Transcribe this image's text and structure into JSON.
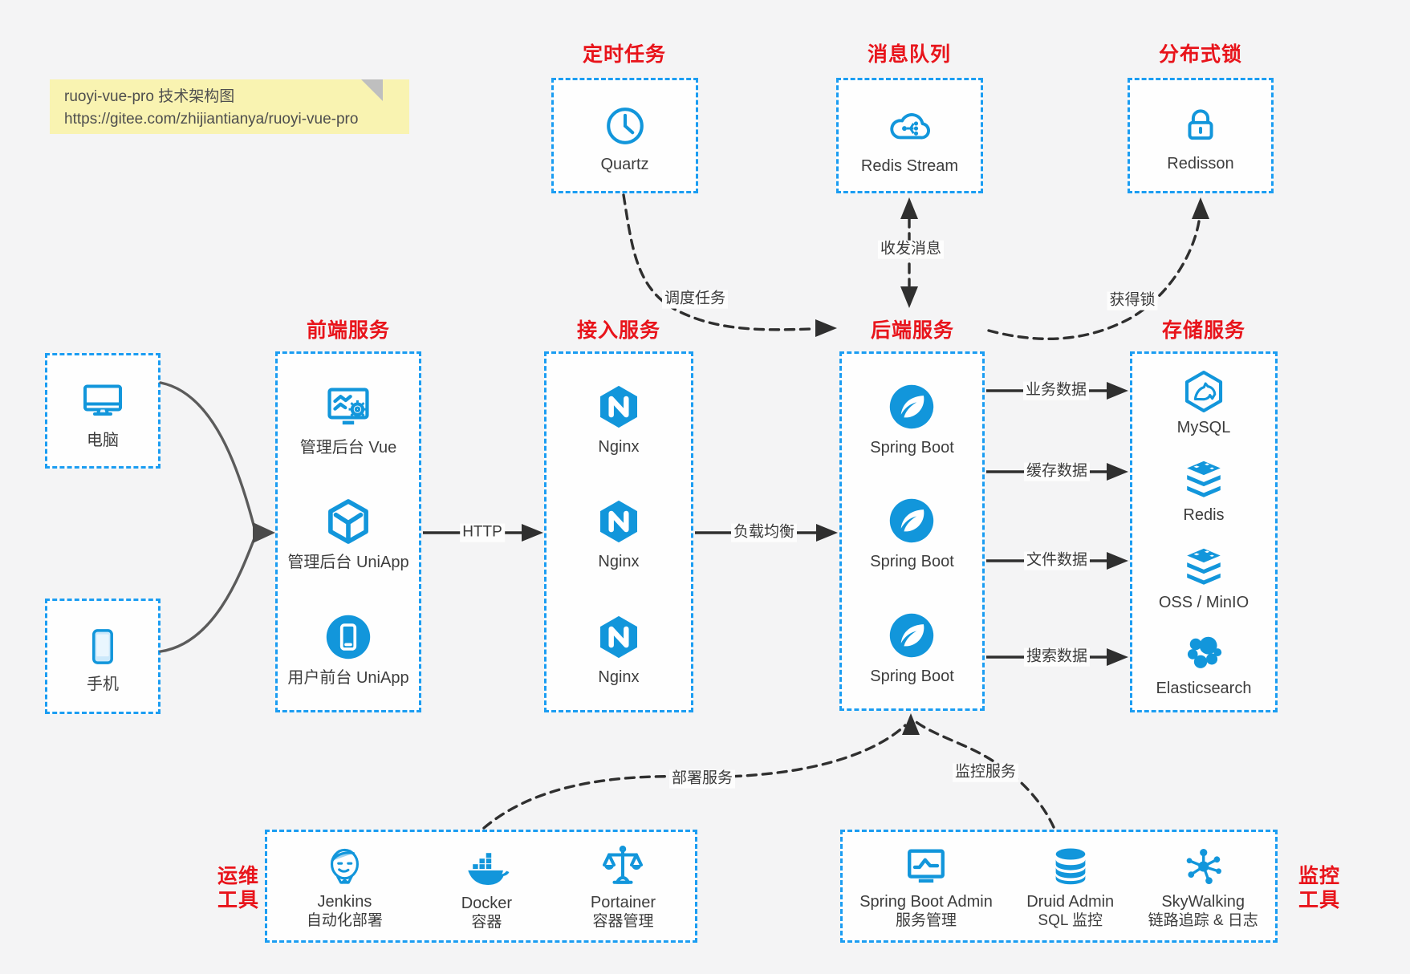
{
  "note": {
    "title": "ruoyi-vue-pro 技术架构图",
    "url": "https://gitee.com/zhijiantianya/ruoyi-vue-pro"
  },
  "colors": {
    "icon_blue": "#1296db",
    "border_blue": "#1b9df2",
    "title_red": "#e8141b",
    "arrow_black": "#2f2f2f",
    "client_line_gray": "#5b5b5b",
    "background": "#f4f4f5",
    "note_yellow": "#f9f3b1"
  },
  "groups": {
    "scheduled_task": {
      "title": "定时任务",
      "items": [
        {
          "icon": "clock-icon",
          "label": "Quartz"
        }
      ]
    },
    "message_queue": {
      "title": "消息队列",
      "items": [
        {
          "icon": "cloud-stream-icon",
          "label": "Redis Stream"
        }
      ]
    },
    "distributed_lock": {
      "title": "分布式锁",
      "items": [
        {
          "icon": "lock-icon",
          "label": "Redisson"
        }
      ]
    },
    "client_pc": {
      "items": [
        {
          "icon": "desktop-icon",
          "label": "电脑"
        }
      ]
    },
    "client_mobile": {
      "items": [
        {
          "icon": "smartphone-icon",
          "label": "手机"
        }
      ]
    },
    "frontend": {
      "title": "前端服务",
      "items": [
        {
          "icon": "admin-console-icon",
          "label": "管理后台 Vue"
        },
        {
          "icon": "uniapp-cube-icon",
          "label": "管理后台 UniApp"
        },
        {
          "icon": "mobile-app-icon",
          "label": "用户前台 UniApp"
        }
      ]
    },
    "access": {
      "title": "接入服务",
      "items": [
        {
          "icon": "nginx-icon",
          "label": "Nginx"
        },
        {
          "icon": "nginx-icon",
          "label": "Nginx"
        },
        {
          "icon": "nginx-icon",
          "label": "Nginx"
        }
      ]
    },
    "backend": {
      "title": "后端服务",
      "items": [
        {
          "icon": "spring-boot-icon",
          "label": "Spring Boot"
        },
        {
          "icon": "spring-boot-icon",
          "label": "Spring Boot"
        },
        {
          "icon": "spring-boot-icon",
          "label": "Spring Boot"
        }
      ]
    },
    "storage": {
      "title": "存储服务",
      "items": [
        {
          "icon": "mysql-icon",
          "label": "MySQL"
        },
        {
          "icon": "redis-stack-icon",
          "label": "Redis"
        },
        {
          "icon": "object-storage-icon",
          "label": "OSS / MinIO"
        },
        {
          "icon": "elasticsearch-icon",
          "label": "Elasticsearch"
        }
      ]
    },
    "devops_tools": {
      "title_line1": "运维",
      "title_line2": "工具",
      "items": [
        {
          "icon": "jenkins-icon",
          "label": "Jenkins",
          "sublabel": "自动化部署"
        },
        {
          "icon": "docker-icon",
          "label": "Docker",
          "sublabel": "容器"
        },
        {
          "icon": "portainer-icon",
          "label": "Portainer",
          "sublabel": "容器管理"
        }
      ]
    },
    "monitor_tools": {
      "title_line1": "监控",
      "title_line2": "工具",
      "items": [
        {
          "icon": "spring-boot-admin-icon",
          "label": "Spring Boot Admin",
          "sublabel": "服务管理"
        },
        {
          "icon": "druid-icon",
          "label": "Druid Admin",
          "sublabel": "SQL 监控"
        },
        {
          "icon": "skywalking-icon",
          "label": "SkyWalking",
          "sublabel": "链路追踪 & 日志"
        }
      ]
    }
  },
  "edges": {
    "http": {
      "label": "HTTP"
    },
    "load_balance": {
      "label": "负载均衡"
    },
    "business_data": {
      "label": "业务数据"
    },
    "cache_data": {
      "label": "缓存数据"
    },
    "file_data": {
      "label": "文件数据"
    },
    "search_data": {
      "label": "搜索数据"
    },
    "schedule_task": {
      "label": "调度任务"
    },
    "send_receive_message": {
      "label": "收发消息"
    },
    "acquire_lock": {
      "label": "获得锁"
    },
    "deploy_service": {
      "label": "部署服务"
    },
    "monitor_service": {
      "label": "监控服务"
    }
  }
}
